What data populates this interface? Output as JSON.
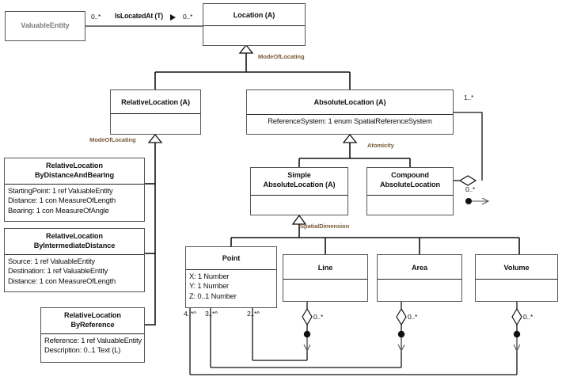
{
  "diagram": {
    "title": "Location class hierarchy (UML class diagram)",
    "colors": {
      "box_border": "#555555",
      "line": "#111111",
      "edge_label": "#7a5c3a",
      "external_class_text": "#808080",
      "background": "#ffffff"
    }
  },
  "classes": {
    "valuable_entity": {
      "name": "ValuableEntity",
      "external": true,
      "attributes": []
    },
    "location": {
      "name": "Location (A)",
      "attributes": []
    },
    "relative_location": {
      "name": "RelativeLocation (A)",
      "attributes": []
    },
    "absolute_location": {
      "name": "AbsoluteLocation (A)",
      "attributes": [
        "ReferenceSystem: 1 enum SpatialReferenceSystem"
      ]
    },
    "rel_by_distance_bearing": {
      "name_line1": "RelativeLocation",
      "name_line2": "ByDistanceAndBearing",
      "attributes": [
        "StartingPoint: 1 ref ValuableEntity",
        "Distance: 1 con MeasureOfLength",
        "Bearing: 1 con MeasureOfAngle"
      ]
    },
    "rel_by_intermediate_distance": {
      "name_line1": "RelativeLocation",
      "name_line2": "ByIntermediateDistance",
      "attributes": [
        "Source: 1 ref ValuableEntity",
        "Destination: 1 ref ValuableEntity",
        "Distance: 1 con MeasureOfLength"
      ]
    },
    "rel_by_reference": {
      "name_line1": "RelativeLocation",
      "name_line2": "ByReference",
      "attributes": [
        "Reference: 1 ref ValuableEntity",
        "Description: 0..1 Text (L)"
      ]
    },
    "simple_absolute_location": {
      "name_line1": "Simple",
      "name_line2": "AbsoluteLocation (A)",
      "attributes": []
    },
    "compound_absolute_location": {
      "name_line1": "Compound",
      "name_line2": "AbsoluteLocation",
      "attributes": []
    },
    "point": {
      "name": "Point",
      "attributes": [
        "X: 1 Number",
        "Y: 1 Number",
        "Z: 0..1 Number"
      ]
    },
    "line": {
      "name": "Line",
      "attributes": []
    },
    "area": {
      "name": "Area",
      "attributes": []
    },
    "volume": {
      "name": "Volume",
      "attributes": []
    }
  },
  "associations": {
    "is_located_at": {
      "label": "IsLocatedAt (T)",
      "source_multiplicity": "0..*",
      "target_multiplicity": "0..*",
      "navigability": "arrow-right"
    },
    "compound_parts": {
      "source_multiplicity": "1..*",
      "target_multiplicity": "0..*"
    },
    "line_points": {
      "multiplicity": "0..*",
      "point_end": "2..*^"
    },
    "area_points": {
      "multiplicity": "0..*",
      "point_end": "3..*^"
    },
    "volume_points": {
      "multiplicity": "0..*",
      "point_end": "4..*^"
    }
  },
  "generalizations": {
    "mode_of_locating_top": "ModeOfLocating",
    "mode_of_locating_left": "ModeOfLocating",
    "atomicity": "Atomicity",
    "spatial_dimension": "SpatialDimension"
  }
}
